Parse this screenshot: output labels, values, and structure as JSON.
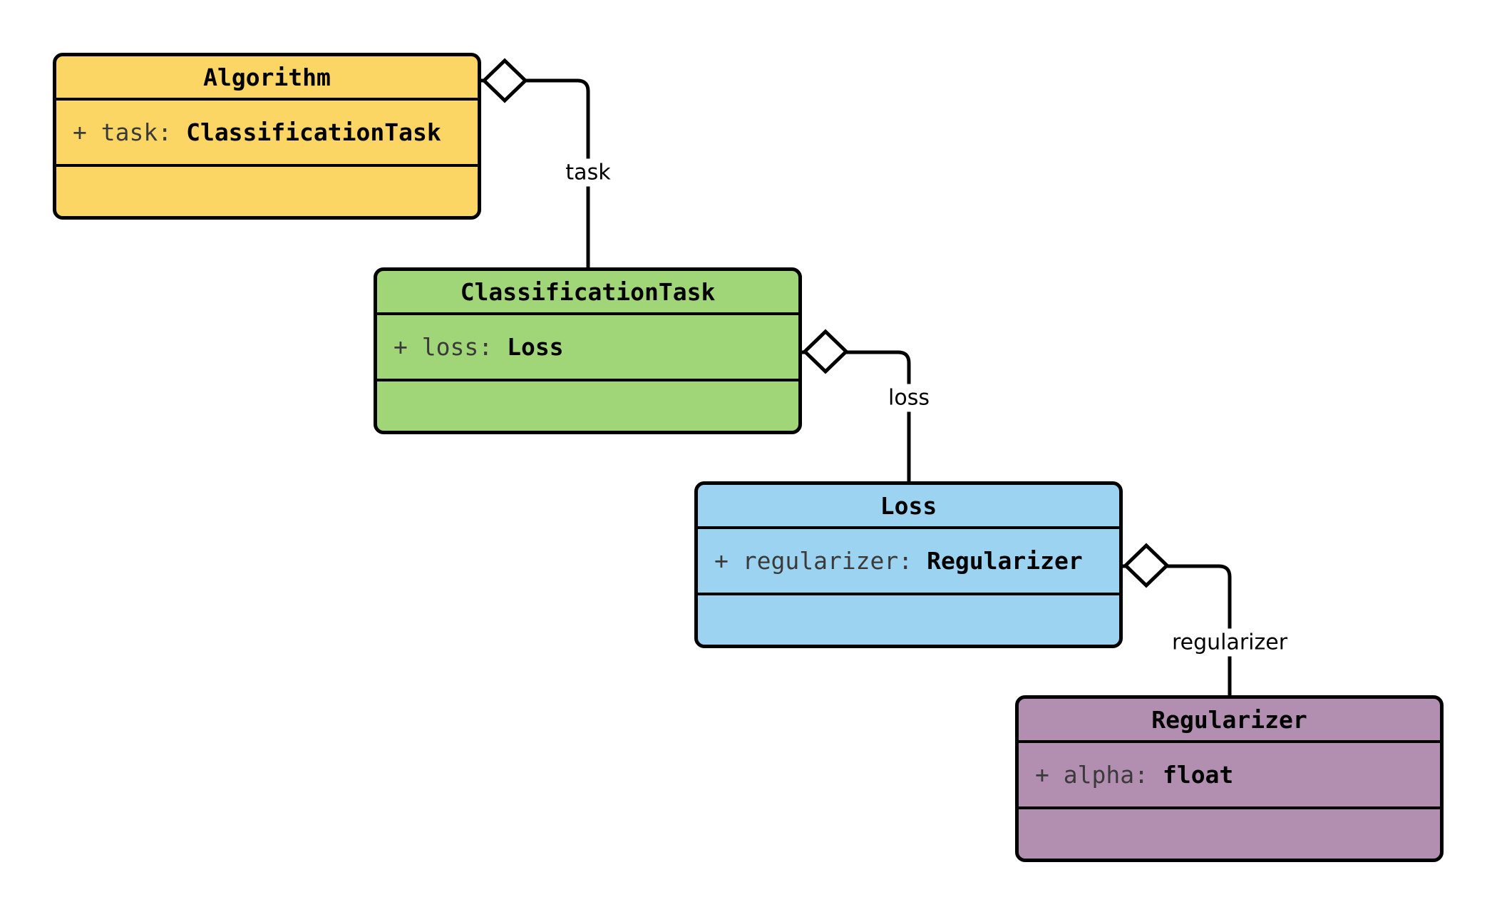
{
  "diagram": {
    "kind": "uml-class-diagram",
    "background_color": "#ffffff",
    "stroke_color": "#000000",
    "attribute_name_color": "#3a3a3a",
    "attribute_type_color": "#000000",
    "edge_label_color": "#000000"
  },
  "classes": [
    {
      "name": "Algorithm",
      "fill": "#FBD664",
      "attribute": {
        "label": "+ task:",
        "type": "ClassificationTask"
      }
    },
    {
      "name": "ClassificationTask",
      "fill": "#A0D678",
      "attribute": {
        "label": "+ loss:",
        "type": "Loss"
      }
    },
    {
      "name": "Loss",
      "fill": "#9BD3F0",
      "attribute": {
        "label": "+ regularizer:",
        "type": "Regularizer"
      }
    },
    {
      "name": "Regularizer",
      "fill": "#B28FB0",
      "attribute": {
        "label": "+ alpha:",
        "type": "float"
      }
    }
  ],
  "relations": [
    {
      "from": "Algorithm",
      "to": "ClassificationTask",
      "label": "task",
      "kind": "aggregation"
    },
    {
      "from": "ClassificationTask",
      "to": "Loss",
      "label": "loss",
      "kind": "aggregation"
    },
    {
      "from": "Loss",
      "to": "Regularizer",
      "label": "regularizer",
      "kind": "aggregation"
    }
  ]
}
